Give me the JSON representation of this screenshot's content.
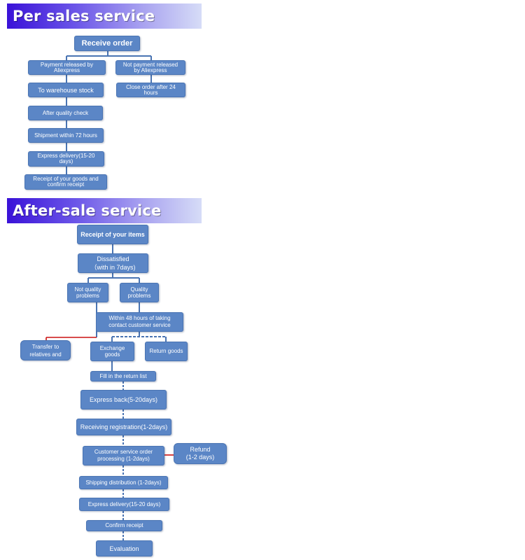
{
  "banners": {
    "pre_sales": "Per sales service",
    "after_sales": "After-sale service"
  },
  "pre_sales": {
    "receive_order": "Receive order",
    "payment_released": "Payment released by\nAliexpress",
    "not_payment_released": "Not payment released\nby Aliexpress",
    "to_warehouse_stock": "To warehouse stock",
    "close_order": "Close order after 24\nhours",
    "after_quality_check": "After quality check",
    "shipment": "Shipment within 72 hours",
    "express_delivery": "Express delivery(15-20\ndays)",
    "receipt_confirm": "Receipt of your goods and\nconfirm receipt"
  },
  "after_sales": {
    "receipt_items": "Receipt  of your items",
    "dissatisfied": "Dissatisfied\n（with in 7days)",
    "not_quality": "Not quality\nproblems",
    "quality": "Quality\nproblems",
    "within_48": "Within 48 hours of taking\ncontact customer service",
    "transfer": "Transfer to\nrelatives and",
    "exchange": "Exchange\ngoods",
    "return_goods": "Return goods",
    "fill_return_list": "Fill in the return list",
    "express_back": "Express back(5-20days)",
    "receiving_registration": "Receiving registration(1-2days)",
    "cs_order_processing": "Customer service order\nprocessing (1-2days)",
    "refund": "Refund\n(1-2 days)",
    "shipping_distribution": "Shipping distribution (1-2days)",
    "express_delivery": "Express delivery(15-20 days)",
    "confirm_receipt": "Confirm receipt",
    "evaluation": "Evaluation"
  },
  "colors": {
    "box_fill": "#5b86c6",
    "box_border": "#4a74b3",
    "connector": "#4a74b3",
    "red_connector": "#cc1111"
  }
}
